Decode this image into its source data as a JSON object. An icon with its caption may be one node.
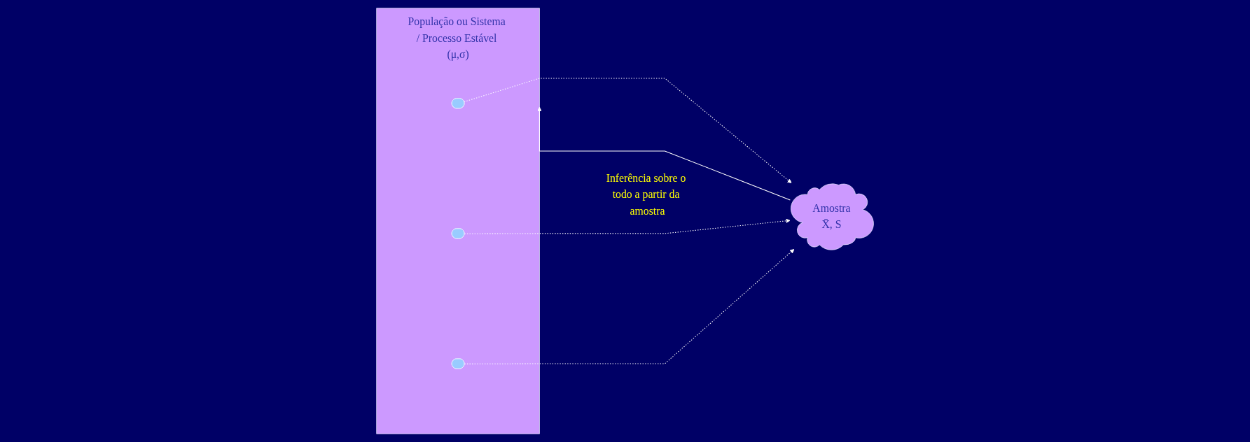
{
  "diagram": {
    "nodes": [
      {
        "text": [
          "População ou Sistema / Processo Estável (μ,σ)"
        ]
      },
      {
        "text": [],
        "shape": "ellipse",
        "in": 0
      },
      {
        "text": [],
        "shape": "ellipse",
        "in": 0
      },
      {
        "text": [],
        "shape": "ellipse",
        "in": 0
      },
      {
        "text": [
          "Amostra",
          "X̄, S"
        ]
      }
    ],
    "edges": [
      {
        "from": 1,
        "to": 4,
        "arrow": "to",
        "style": "dashed"
      },
      {
        "from": 2,
        "to": 4,
        "arrow": "to",
        "style": "dashed"
      },
      {
        "from": 3,
        "to": 4,
        "arrow": "to",
        "style": "dashed"
      },
      {
        "from": 4,
        "to": 0,
        "arrow": "to",
        "label": "Inferência sobre o todo a partir da amostra"
      }
    ]
  }
}
